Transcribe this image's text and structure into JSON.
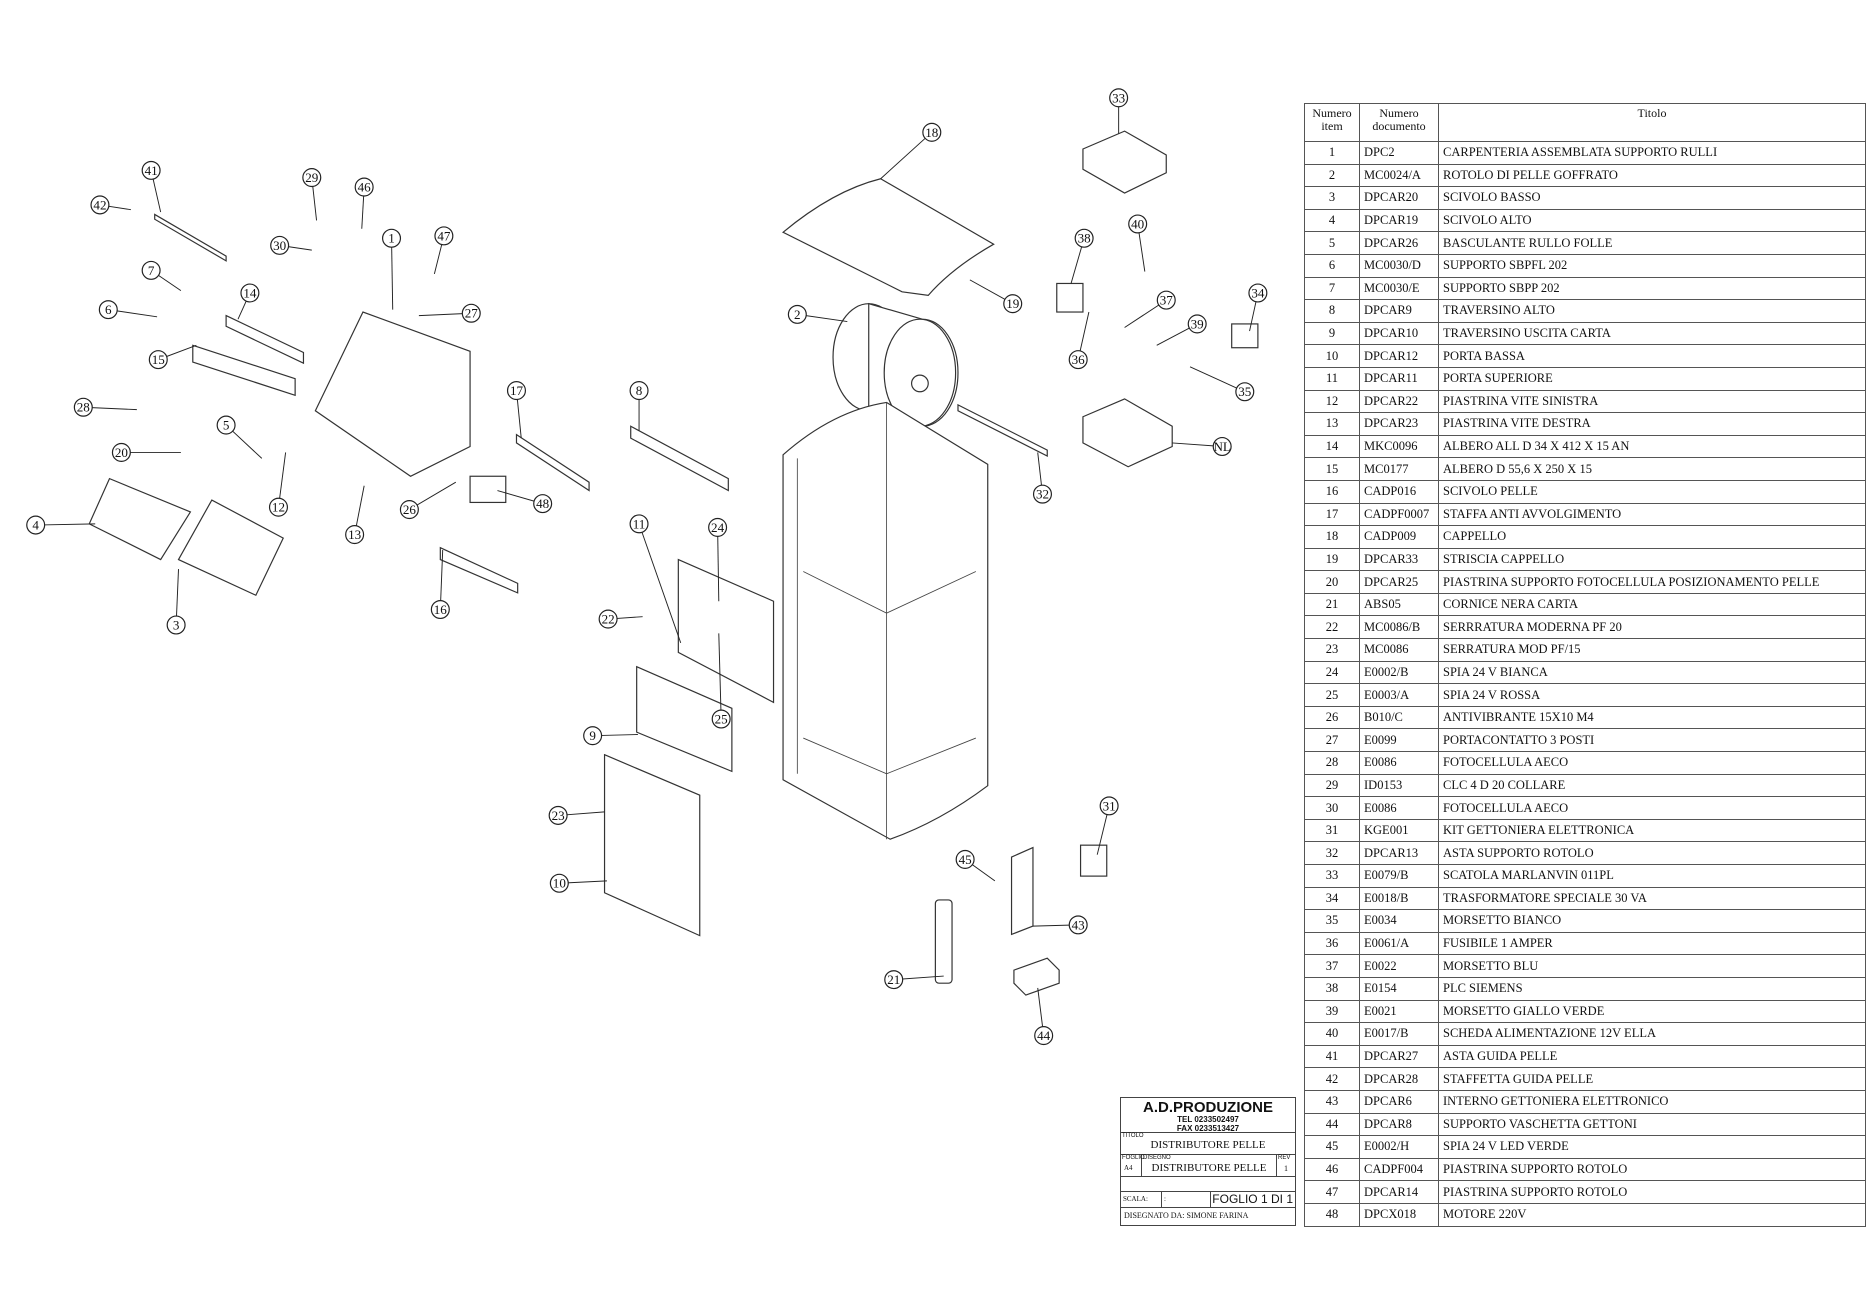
{
  "balloons": [
    "41",
    "42",
    "29",
    "46",
    "30",
    "1",
    "47",
    "7",
    "14",
    "6",
    "27",
    "15",
    "28",
    "17",
    "5",
    "20",
    "12",
    "13",
    "26",
    "48",
    "4",
    "3",
    "16",
    "8",
    "11",
    "24",
    "22",
    "25",
    "9",
    "23",
    "10",
    "18",
    "2",
    "19",
    "32",
    "33",
    "40",
    "38",
    "37",
    "34",
    "39",
    "36",
    "35",
    "NL",
    "31",
    "45",
    "43",
    "21",
    "44"
  ],
  "bom": {
    "headers": [
      "Numero item",
      "Numero documento",
      "Titolo"
    ],
    "rows": [
      [
        "1",
        "DPC2",
        "CARPENTERIA ASSEMBLATA SUPPORTO RULLI"
      ],
      [
        "2",
        "MC0024/A",
        "ROTOLO DI PELLE GOFFRATO"
      ],
      [
        "3",
        "DPCAR20",
        "SCIVOLO BASSO"
      ],
      [
        "4",
        "DPCAR19",
        "SCIVOLO ALTO"
      ],
      [
        "5",
        "DPCAR26",
        "BASCULANTE RULLO FOLLE"
      ],
      [
        "6",
        "MC0030/D",
        "SUPPORTO SBPFL 202"
      ],
      [
        "7",
        "MC0030/E",
        "SUPPORTO SBPP 202"
      ],
      [
        "8",
        "DPCAR9",
        "TRAVERSINO ALTO"
      ],
      [
        "9",
        "DPCAR10",
        "TRAVERSINO USCITA CARTA"
      ],
      [
        "10",
        "DPCAR12",
        "PORTA BASSA"
      ],
      [
        "11",
        "DPCAR11",
        "PORTA SUPERIORE"
      ],
      [
        "12",
        "DPCAR22",
        "PIASTRINA VITE SINISTRA"
      ],
      [
        "13",
        "DPCAR23",
        "PIASTRINA VITE DESTRA"
      ],
      [
        "14",
        "MKC0096",
        "ALBERO ALL D 34 X 412 X 15 AN"
      ],
      [
        "15",
        "MC0177",
        "ALBERO D 55,6 X 250 X 15"
      ],
      [
        "16",
        "CADP016",
        "SCIVOLO PELLE"
      ],
      [
        "17",
        "CADPF0007",
        "STAFFA ANTI AVVOLGIMENTO"
      ],
      [
        "18",
        "CADP009",
        "CAPPELLO"
      ],
      [
        "19",
        "DPCAR33",
        "STRISCIA CAPPELLO"
      ],
      [
        "20",
        "DPCAR25",
        "PIASTRINA SUPPORTO FOTOCELLULA POSIZIONAMENTO PELLE"
      ],
      [
        "21",
        "ABS05",
        "CORNICE NERA CARTA"
      ],
      [
        "22",
        "MC0086/B",
        "SERRRATURA MODERNA PF 20"
      ],
      [
        "23",
        "MC0086",
        "SERRATURA MOD PF/15"
      ],
      [
        "24",
        "E0002/B",
        "SPIA 24 V BIANCA"
      ],
      [
        "25",
        "E0003/A",
        "SPIA 24 V ROSSA"
      ],
      [
        "26",
        "B010/C",
        "ANTIVIBRANTE 15X10 M4"
      ],
      [
        "27",
        "E0099",
        "PORTACONTATTO 3 POSTI"
      ],
      [
        "28",
        "E0086",
        "FOTOCELLULA AECO"
      ],
      [
        "29",
        "ID0153",
        "CLC 4 D 20 COLLARE"
      ],
      [
        "30",
        "E0086",
        "FOTOCELLULA AECO"
      ],
      [
        "31",
        "KGE001",
        "KIT GETTONIERA ELETTRONICA"
      ],
      [
        "32",
        "DPCAR13",
        "ASTA SUPPORTO ROTOLO"
      ],
      [
        "33",
        "E0079/B",
        "SCATOLA MARLANVIN 011PL"
      ],
      [
        "34",
        "E0018/B",
        "TRASFORMATORE SPECIALE 30 VA"
      ],
      [
        "35",
        "E0034",
        "MORSETTO BIANCO"
      ],
      [
        "36",
        "E0061/A",
        "FUSIBILE 1 AMPER"
      ],
      [
        "37",
        "E0022",
        "MORSETTO BLU"
      ],
      [
        "38",
        "E0154",
        "PLC SIEMENS"
      ],
      [
        "39",
        "E0021",
        "MORSETTO GIALLO VERDE"
      ],
      [
        "40",
        "E0017/B",
        "SCHEDA ALIMENTAZIONE 12V ELLA"
      ],
      [
        "41",
        "DPCAR27",
        "ASTA GUIDA PELLE"
      ],
      [
        "42",
        "DPCAR28",
        "STAFFETTA GUIDA PELLE"
      ],
      [
        "43",
        "DPCAR6",
        "INTERNO GETTONIERA ELETTRONICO"
      ],
      [
        "44",
        "DPCAR8",
        "SUPPORTO VASCHETTA GETTONI"
      ],
      [
        "45",
        "E0002/H",
        "SPIA 24 V LED VERDE"
      ],
      [
        "46",
        "CADPF004",
        "PIASTRINA SUPPORTO ROTOLO"
      ],
      [
        "47",
        "DPCAR14",
        "PIASTRINA SUPPORTO ROTOLO"
      ],
      [
        "48",
        "DPCX018",
        "MOTORE 220V"
      ]
    ]
  },
  "title_block": {
    "company": "A.D.PRODUZIONE",
    "tel": "TEL 0233502497",
    "fax": "FAX 0233513427",
    "titolo_label": "TITOLO",
    "titolo": "DISTRIBUTORE PELLE",
    "foglio_label": "FOGLIO",
    "foglio_size": "A4",
    "disegno_label": "DISEGNO",
    "disegno": "DISTRIBUTORE PELLE",
    "rev_label": "REV",
    "rev": "1",
    "scala_label": "SCALA:",
    "scala_value": ":",
    "sheet": "FOGLIO 1 DI 1",
    "drawn_by": "DISEGNATO DA: SIMONE FARINA"
  }
}
